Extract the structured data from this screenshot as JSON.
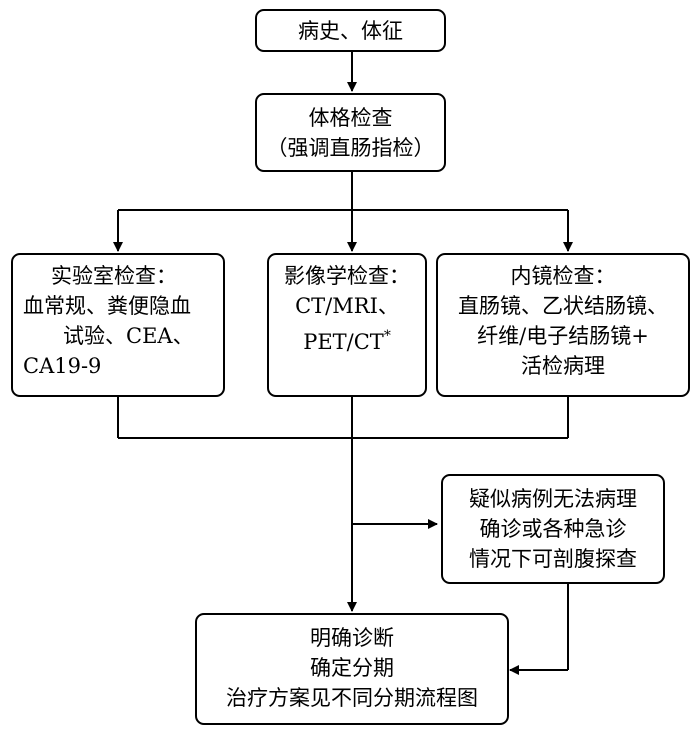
{
  "nodes": {
    "history": {
      "lines": [
        "病史、体征"
      ]
    },
    "physical_exam": {
      "lines": [
        "体格检查",
        "（强调直肠指检）"
      ]
    },
    "lab_tests": {
      "lines": [
        "实验室检查：",
        "血常规、粪便隐血",
        "试验、CEA、",
        "CA19-9"
      ]
    },
    "imaging": {
      "lines": [
        "影像学检查：",
        "CT/MRI、",
        "PET/CT"
      ],
      "footnote_mark": "*"
    },
    "endoscopy": {
      "lines": [
        "内镜检查：",
        "直肠镜、乙状结肠镜、",
        "纤维/电子结肠镜+",
        "活检病理"
      ]
    },
    "exploratory": {
      "lines": [
        "疑似病例无法病理",
        "确诊或各种急诊",
        "情况下可剖腹探查"
      ]
    },
    "diagnosis": {
      "lines": [
        "明确诊断",
        "确定分期",
        "治疗方案见不同分期流程图"
      ]
    }
  }
}
